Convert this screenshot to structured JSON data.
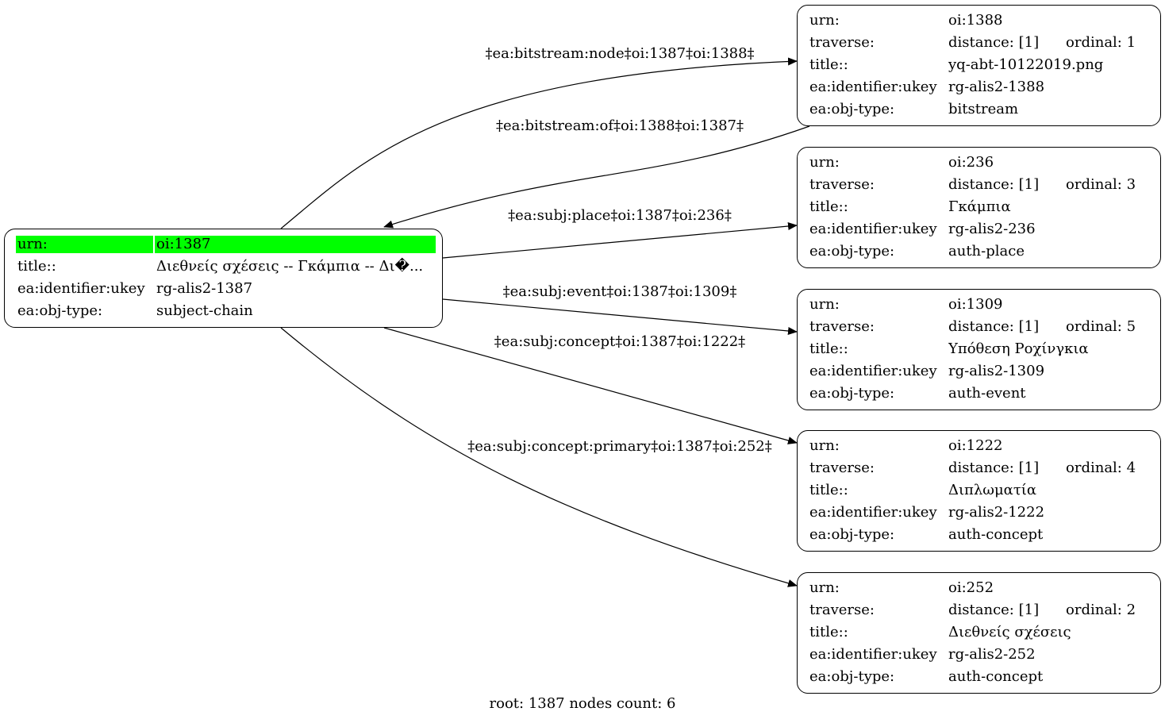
{
  "root": {
    "rows": [
      {
        "key": "urn:",
        "value": "oi:1387"
      },
      {
        "key": "title::",
        "value": "Διεθνείς σχέσεις -- Γκάμπια -- Δι�..."
      },
      {
        "key": "ea:identifier:ukey",
        "value": "rg-alis2-1387"
      },
      {
        "key": "ea:obj-type:",
        "value": "subject-chain"
      }
    ],
    "highlight_color": "#00ff00"
  },
  "nodes": [
    {
      "id": "1388",
      "urn": "oi:1388",
      "distance": "distance: [1]",
      "ordinal": "ordinal: 1",
      "title": "yq-abt-10122019.png",
      "ukey": "rg-alis2-1388",
      "objtype": "bitstream"
    },
    {
      "id": "236",
      "urn": "oi:236",
      "distance": "distance: [1]",
      "ordinal": "ordinal: 3",
      "title": "Γκάμπια",
      "ukey": "rg-alis2-236",
      "objtype": "auth-place"
    },
    {
      "id": "1309",
      "urn": "oi:1309",
      "distance": "distance: [1]",
      "ordinal": "ordinal: 5",
      "title": "Υπόθεση Ροχίνγκια",
      "ukey": "rg-alis2-1309",
      "objtype": "auth-event"
    },
    {
      "id": "1222",
      "urn": "oi:1222",
      "distance": "distance: [1]",
      "ordinal": "ordinal: 4",
      "title": "Διπλωματία",
      "ukey": "rg-alis2-1222",
      "objtype": "auth-concept"
    },
    {
      "id": "252",
      "urn": "oi:252",
      "distance": "distance: [1]",
      "ordinal": "ordinal: 2",
      "title": "Διεθνείς σχέσεις",
      "ukey": "rg-alis2-252",
      "objtype": "auth-concept"
    }
  ],
  "field_labels": {
    "urn": "urn:",
    "traverse": "traverse:",
    "title": "title::",
    "ukey": "ea:identifier:ukey",
    "objtype": "ea:obj-type:"
  },
  "edges": [
    {
      "label": "‡ea:bitstream:node‡oi:1387‡oi:1388‡"
    },
    {
      "label": "‡ea:bitstream:of‡oi:1388‡oi:1387‡"
    },
    {
      "label": "‡ea:subj:place‡oi:1387‡oi:236‡"
    },
    {
      "label": "‡ea:subj:event‡oi:1387‡oi:1309‡"
    },
    {
      "label": "‡ea:subj:concept‡oi:1387‡oi:1222‡"
    },
    {
      "label": "‡ea:subj:concept:primary‡oi:1387‡oi:252‡"
    }
  ],
  "footer": "root: 1387 nodes count: 6"
}
